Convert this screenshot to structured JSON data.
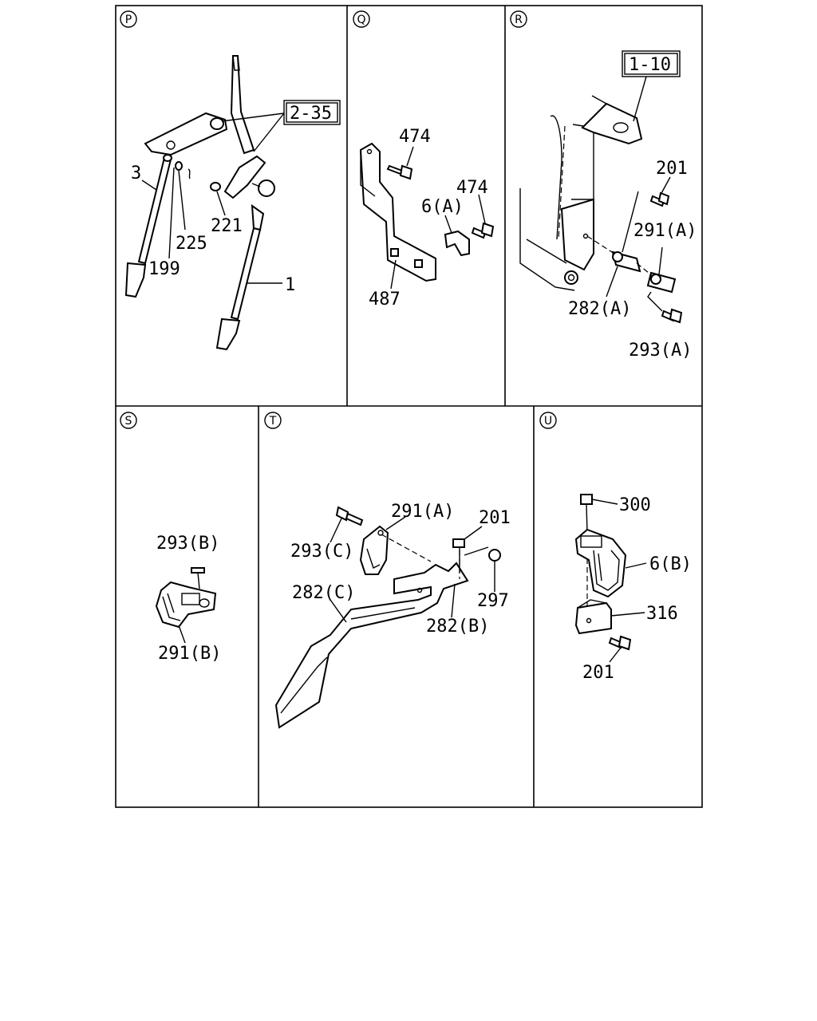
{
  "panels": {
    "P": {
      "letter": "P",
      "refbox": "2-35",
      "parts": [
        "3",
        "225",
        "221",
        "199",
        "1"
      ]
    },
    "Q": {
      "letter": "Q",
      "parts": [
        "474",
        "474",
        "6(A)",
        "487"
      ]
    },
    "R": {
      "letter": "R",
      "refbox": "1-10",
      "parts": [
        "201",
        "291(A)",
        "282(A)",
        "293(A)"
      ]
    },
    "S": {
      "letter": "S",
      "parts": [
        "293(B)",
        "291(B)"
      ]
    },
    "T": {
      "letter": "T",
      "parts": [
        "291(A)",
        "201",
        "293(C)",
        "282(C)",
        "297",
        "282(B)"
      ]
    },
    "U": {
      "letter": "U",
      "parts": [
        "300",
        "6(B)",
        "316",
        "201"
      ]
    }
  }
}
